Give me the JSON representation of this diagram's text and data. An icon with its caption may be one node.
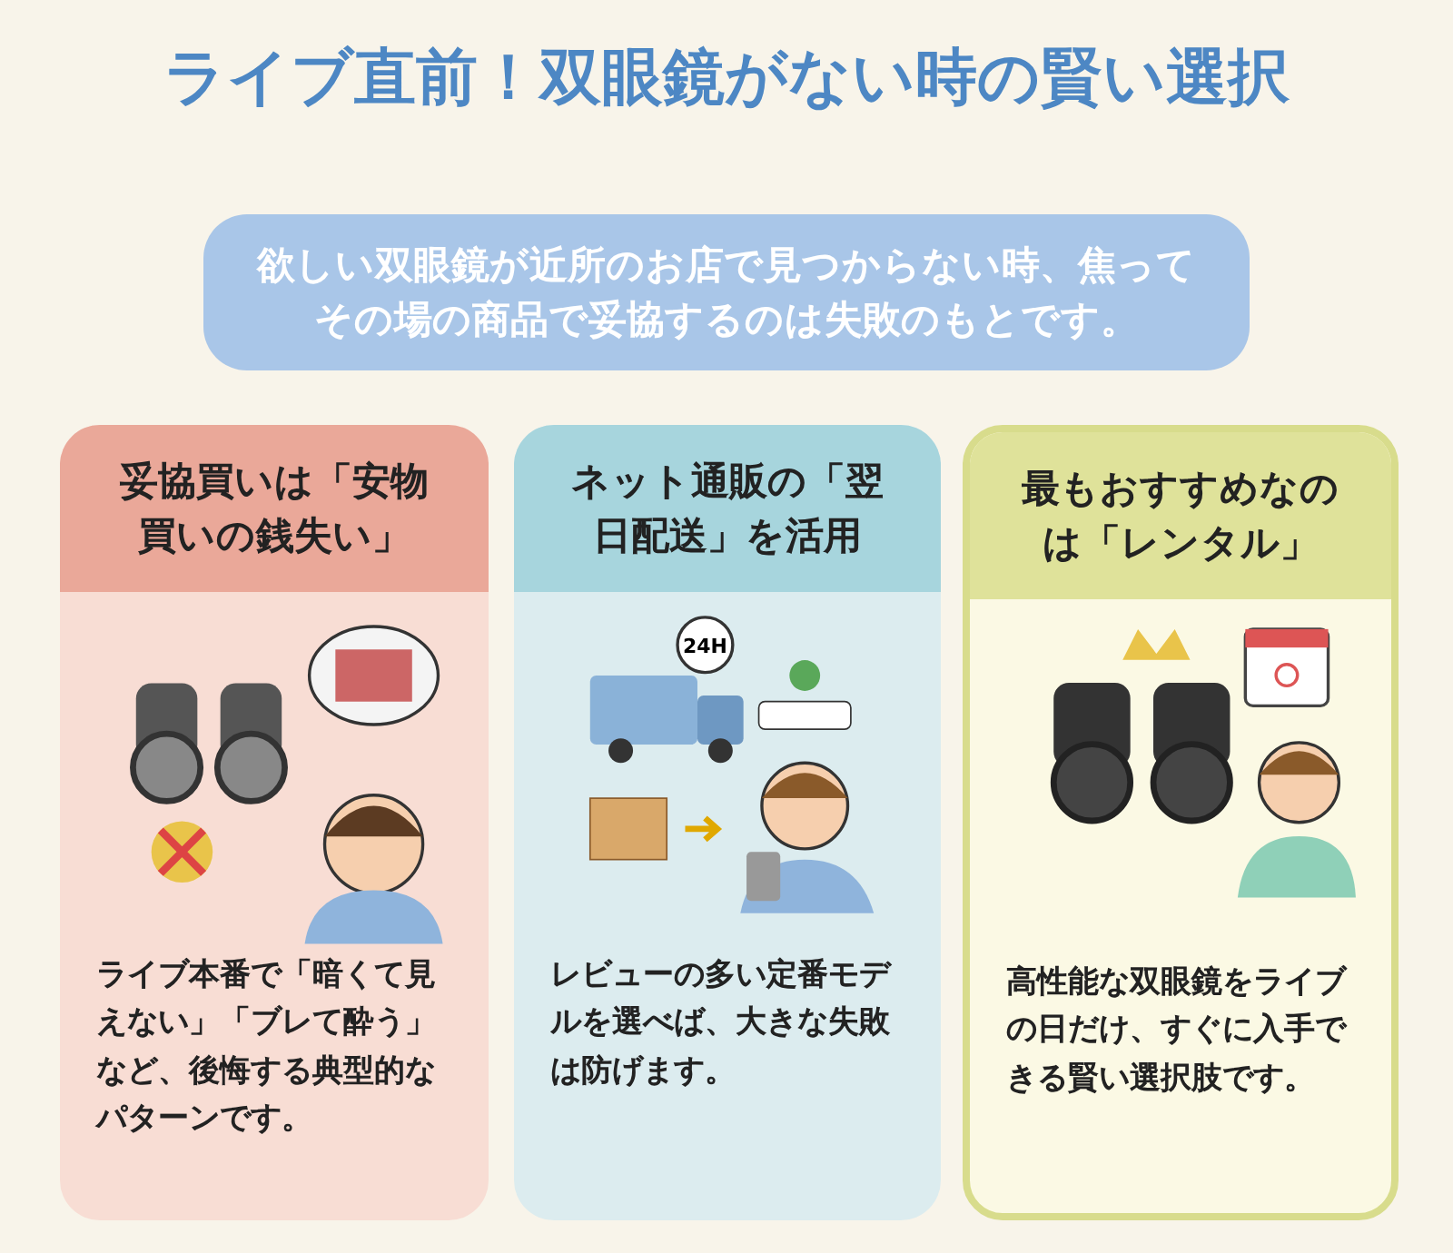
{
  "diagram": {
    "title": "ライブ直前！双眼鏡がない時の賢い選択",
    "nodes": [
      {
        "text": [
          "欲しい双眼鏡が近所のお店で見つからない時、焦ってその場の商品で妥協するのは失敗のもとです。"
        ]
      },
      {
        "text": [
          "妥協買いは「安物買いの銭失い」",
          "ライブ本番で「暗くて見えない」「ブレて酔う」など、後悔する典型的なパターンです。"
        ]
      },
      {
        "text": [
          "ネット通販の「翌日配送」を活用",
          "レビューの多い定番モデルを選べば、大きな失敗は防げます。"
        ]
      },
      {
        "text": [
          "最もおすすめなのは「レンタル」",
          "高性能な双眼鏡をライブの日だけ、すぐに入手できる賢い選択肢です。"
        ]
      }
    ],
    "edges": [],
    "labels": [
      "24H"
    ]
  }
}
